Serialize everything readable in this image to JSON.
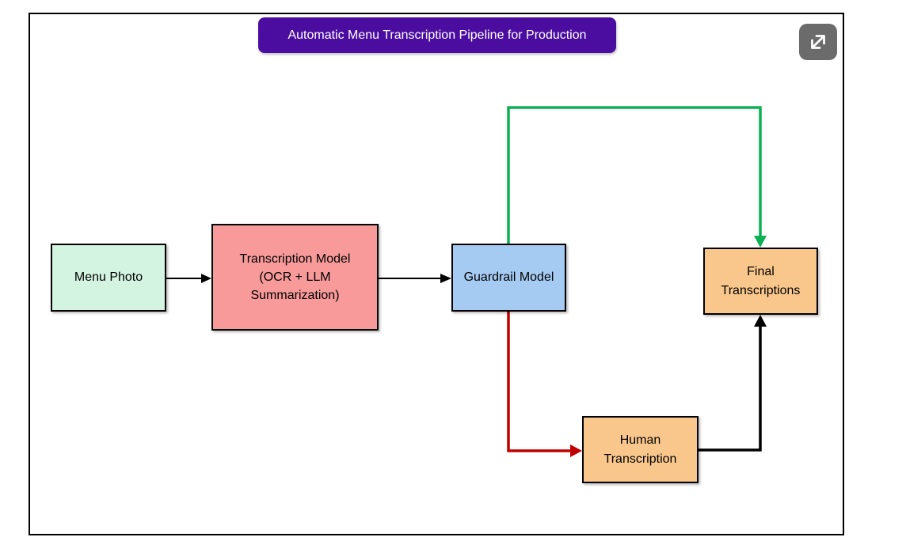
{
  "controls": {
    "expand_button": {
      "icon": "expand-diagonal-icon",
      "background": "#6b6b6b",
      "glyph_color": "#ffffff"
    }
  },
  "diagram": {
    "title": {
      "text": "Automatic Menu Transcription Pipeline for Production",
      "background": "#4b0da0",
      "text_color": "#ffffff"
    },
    "nodes": [
      {
        "id": "menu-photo",
        "label": "Menu Photo",
        "fill": "#d4f4e2"
      },
      {
        "id": "transcription-model",
        "label": "Transcription Model\n(OCR + LLM\nSummarization)",
        "fill": "#f89a9a"
      },
      {
        "id": "guardrail-model",
        "label": "Guardrail Model",
        "fill": "#a6cbf2"
      },
      {
        "id": "final-transcriptions",
        "label": "Final\nTranscriptions",
        "fill": "#f9c78c"
      },
      {
        "id": "human-transcription",
        "label": "Human\nTranscription",
        "fill": "#f9c78c"
      }
    ],
    "edges": [
      {
        "from": "menu-photo",
        "to": "transcription-model",
        "color": "#000000"
      },
      {
        "from": "transcription-model",
        "to": "guardrail-model",
        "color": "#000000"
      },
      {
        "from": "guardrail-model",
        "to": "final-transcriptions",
        "color": "#0db153"
      },
      {
        "from": "guardrail-model",
        "to": "human-transcription",
        "color": "#c00000"
      },
      {
        "from": "human-transcription",
        "to": "final-transcriptions",
        "color": "#000000"
      }
    ]
  }
}
